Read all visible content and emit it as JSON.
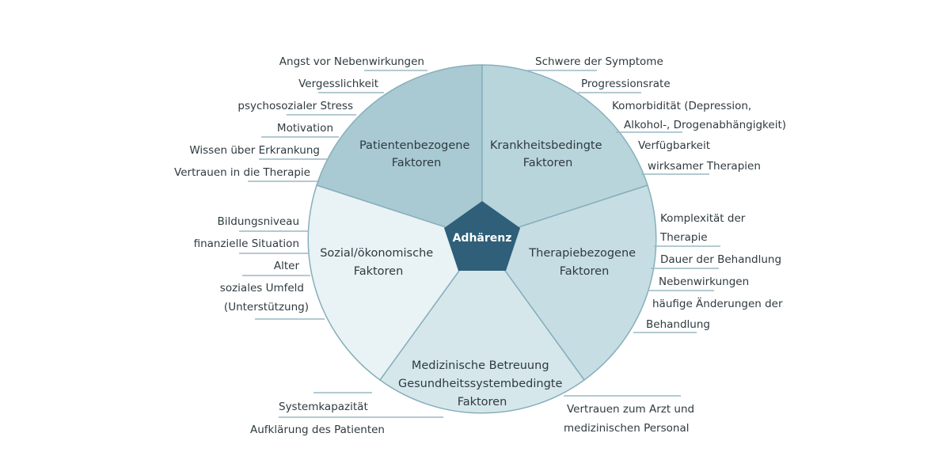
{
  "center": {
    "label": "Adhärenz",
    "color": "#2f5f79"
  },
  "segments": [
    {
      "id": "patient",
      "lines": [
        "Patientenbezogene",
        "Faktoren"
      ],
      "color": "#a9cad3",
      "factors": [
        "Angst vor Nebenwirkungen",
        "Vergesslichkeit",
        "psychosozialer Stress",
        "Motivation",
        "Wissen über Erkrankung",
        "Vertrauen in die Therapie"
      ]
    },
    {
      "id": "disease",
      "lines": [
        "Krankheitsbedingte",
        "Faktoren"
      ],
      "color": "#b9d5dc",
      "factors": [
        "Schwere der Symptome",
        "Progressionsrate",
        "Komorbidität (Depression,",
        "Alkohol-, Drogenabhängigkeit)",
        "Verfügbarkeit",
        "wirksamer Therapien"
      ]
    },
    {
      "id": "therapy",
      "lines": [
        "Therapiebezogene",
        "Faktoren"
      ],
      "color": "#c6dde3",
      "factors": [
        "Komplexität der",
        "Therapie",
        "Dauer der Behandlung",
        "Nebenwirkungen",
        "häufige Änderungen der",
        "Behandlung"
      ]
    },
    {
      "id": "health-system",
      "lines": [
        "Medizinische Betreuung",
        "Gesundheitssystembedingte",
        "Faktoren"
      ],
      "color": "#d6e7ec",
      "factors": [
        "Systemkapazität",
        "Aufklärung des Patienten",
        "Vertrauen zum Arzt und",
        "medizinischen Personal"
      ]
    },
    {
      "id": "social",
      "lines": [
        "Sozial/ökonomische",
        "Faktoren"
      ],
      "color": "#e9f2f5",
      "factors": [
        "Bildungsniveau",
        "finanzielle Situation",
        "Alter",
        "soziales Umfeld",
        "(Unterstützung)"
      ]
    }
  ],
  "colors": {
    "outline": "#86afbb",
    "underline": "#9ab9c3",
    "text": "#2e3a40"
  }
}
